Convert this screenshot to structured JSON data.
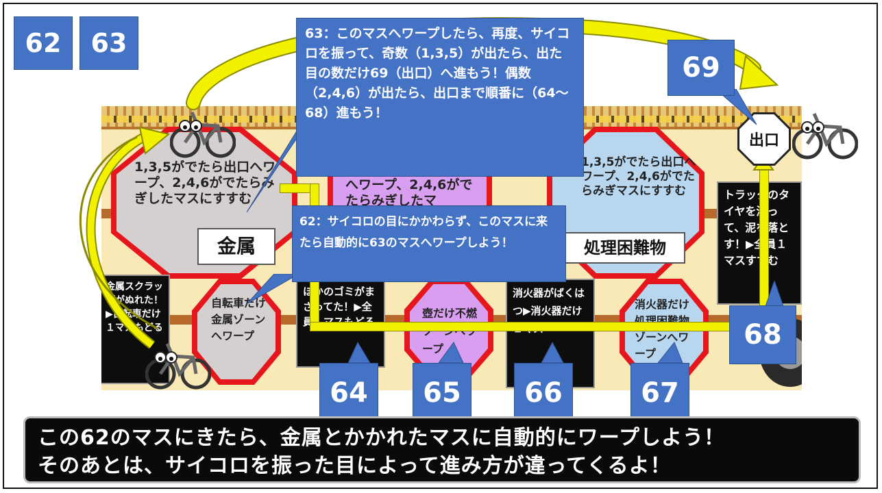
{
  "top_labels": [
    "62",
    "63"
  ],
  "callout_63": "63：このマスへワープしたら、再度、サイコロを振って、奇数（1,3,5）が出たら、出た目の数だけ69（出口）へ進もう！偶数（2,4,6）が出たら、出口まで順番に（64〜68）進もう！",
  "callout_62": "62：サイコロの目にかかわらず、このマスに来たら自動的に63のマスへワープしよう！",
  "label_69": "69",
  "label_68": "68",
  "bottom_labels": [
    "64",
    "65",
    "66",
    "67"
  ],
  "exit_sign": "出口",
  "board": {
    "big_metal_text": "1,3,5がでたら出口へワープ、2,4,6がでたらみぎしたマスにすすむ",
    "big_metal_sign": "金属",
    "big_purple_text": "へワープ、2,4,6がでたらみぎしたマ",
    "big_blue_text": "1,3,5がでたら出口へワープ、2,4,6がでたらみぎマスにすすむ",
    "big_blue_sign": "処理困難物",
    "left_panel": "金属スクラップがぬれた！▶自転車だけ１マスもどる",
    "small_metal": "自転車だけ金属ゾーンへワープ",
    "panel_64": "ほかのゴミがまざってた！▶全員１マスもどる",
    "small_65": "壺だけ不燃ゾーンへワープ",
    "panel_66": "消火器がばくはつ▶消火器だけ１マス",
    "small_67": "消火器だけ処理困難物ゾーンへワープ",
    "panel_truck": "トラックのタイヤを洗って、泥を落とす！▶全員１マスすすむ"
  },
  "caption_lines": [
    "この62のマスにきたら、金属とかかれたマスに自動的にワープしよう！",
    "そのあとは、サイコロを振った目によって進み方が違ってくるよ！"
  ],
  "colors": {
    "blue": "#4472c4",
    "arrow_yellow": "#f2f200",
    "octagon_red": "#e6161d",
    "metal_gray": "#d3d0cf",
    "purple": "#d89ef0",
    "light_blue": "#b8d7ef"
  },
  "icons": [
    "bicycle-icon",
    "yellow-arrow-icon"
  ]
}
